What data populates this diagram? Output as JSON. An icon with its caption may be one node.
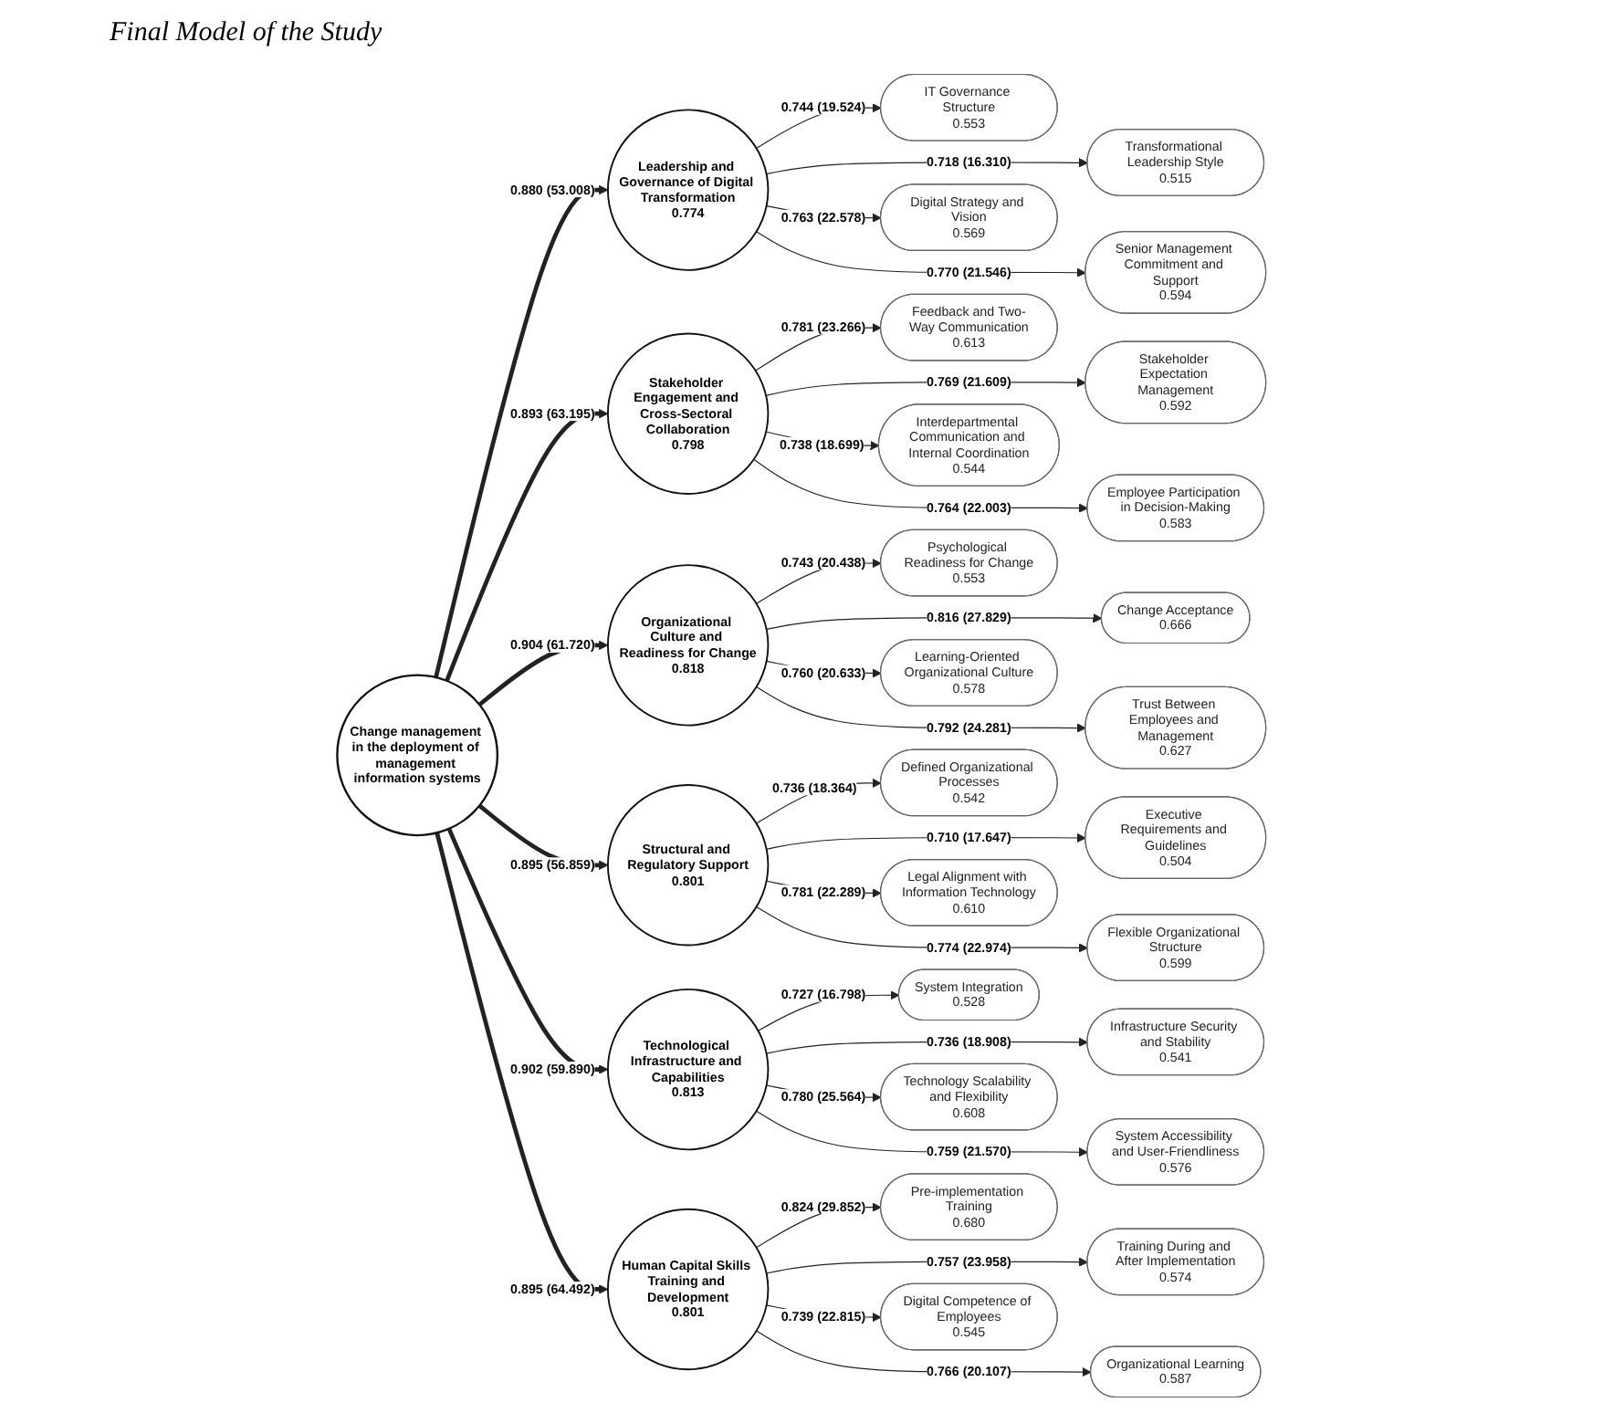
{
  "diagram": {
    "title": "Final Model of the Study",
    "nodes": [
      {
        "text": [
          "Change management in the deployment of management information systems"
        ]
      },
      {
        "text": [
          "Leadership and Governance of Digital Transformation",
          "0.774"
        ]
      },
      {
        "text": [
          "IT Governance Structure",
          "0.553"
        ]
      },
      {
        "text": [
          "Transformational Leadership Style",
          "0.515"
        ]
      },
      {
        "text": [
          "Digital Strategy and Vision",
          "0.569"
        ]
      },
      {
        "text": [
          "Senior Management Commitment and Support",
          "0.594"
        ]
      },
      {
        "text": [
          "Stakeholder Engagement and Cross-Sectoral Collaboration",
          "0.798"
        ]
      },
      {
        "text": [
          "Feedback and Two-Way Communication",
          "0.613"
        ]
      },
      {
        "text": [
          "Stakeholder Expectation Management",
          "0.592"
        ]
      },
      {
        "text": [
          "Interdepartmental Communication and Internal Coordination",
          "0.544"
        ]
      },
      {
        "text": [
          "Employee Participation in Decision-Making",
          "0.583"
        ]
      },
      {
        "text": [
          "Organizational Culture and Readiness for Change",
          "0.818"
        ]
      },
      {
        "text": [
          "Psychological Readiness for Change",
          "0.553"
        ]
      },
      {
        "text": [
          "Change Acceptance",
          "0.666"
        ]
      },
      {
        "text": [
          "Learning-Oriented Organizational Culture",
          "0.578"
        ]
      },
      {
        "text": [
          "Trust Between Employees and Management",
          "0.627"
        ]
      },
      {
        "text": [
          "Structural and Regulatory Support",
          "0.801"
        ]
      },
      {
        "text": [
          "Defined Organizational Processes",
          "0.542"
        ]
      },
      {
        "text": [
          "Executive Requirements and Guidelines",
          "0.504"
        ]
      },
      {
        "text": [
          "Legal Alignment with Information Technology",
          "0.610"
        ]
      },
      {
        "text": [
          "Flexible Organizational Structure",
          "0.599"
        ]
      },
      {
        "text": [
          "Technological Infrastructure and Capabilities",
          "0.813"
        ]
      },
      {
        "text": [
          "System Integration",
          "0.528"
        ]
      },
      {
        "text": [
          "Infrastructure Security and Stability",
          "0.541"
        ]
      },
      {
        "text": [
          "Technology Scalability and Flexibility",
          "0.608"
        ]
      },
      {
        "text": [
          "System Accessibility and User-Friendliness",
          "0.576"
        ]
      },
      {
        "text": [
          "Human Capital Skills Training and Development",
          "0.801"
        ]
      },
      {
        "text": [
          "Pre-implementation Training",
          "0.680"
        ]
      },
      {
        "text": [
          "Training During and After Implementation",
          "0.574"
        ]
      },
      {
        "text": [
          "Digital Competence of Employees",
          "0.545"
        ]
      },
      {
        "text": [
          "Organizational Learning",
          "0.587"
        ]
      }
    ],
    "edges": [
      {
        "from": 0,
        "to": 1,
        "arrow": "to",
        "label": "0.880 (53.008)",
        "style": "thick"
      },
      {
        "from": 1,
        "to": 2,
        "arrow": "to",
        "label": "0.744 (19.524)"
      },
      {
        "from": 1,
        "to": 3,
        "arrow": "to",
        "label": "0.718 (16.310)"
      },
      {
        "from": 1,
        "to": 4,
        "arrow": "to",
        "label": "0.763 (22.578)"
      },
      {
        "from": 1,
        "to": 5,
        "arrow": "to",
        "label": "0.770 (21.546)"
      },
      {
        "from": 0,
        "to": 6,
        "arrow": "to",
        "label": "0.893 (63.195)",
        "style": "thick"
      },
      {
        "from": 6,
        "to": 7,
        "arrow": "to",
        "label": "0.781 (23.266)"
      },
      {
        "from": 6,
        "to": 8,
        "arrow": "to",
        "label": "0.769 (21.609)"
      },
      {
        "from": 6,
        "to": 9,
        "arrow": "to",
        "label": "0.738 (18.699)"
      },
      {
        "from": 6,
        "to": 10,
        "arrow": "to",
        "label": "0.764 (22.003)"
      },
      {
        "from": 0,
        "to": 11,
        "arrow": "to",
        "label": "0.904 (61.720)",
        "style": "thick"
      },
      {
        "from": 11,
        "to": 12,
        "arrow": "to",
        "label": "0.743 (20.438)"
      },
      {
        "from": 11,
        "to": 13,
        "arrow": "to",
        "label": "0.816 (27.829)"
      },
      {
        "from": 11,
        "to": 14,
        "arrow": "to",
        "label": "0.760 (20.633)"
      },
      {
        "from": 11,
        "to": 15,
        "arrow": "to",
        "label": "0.792 (24.281)"
      },
      {
        "from": 0,
        "to": 16,
        "arrow": "to",
        "label": "0.895 (56.859)",
        "style": "thick"
      },
      {
        "from": 16,
        "to": 17,
        "arrow": "to",
        "label": "0.736 (18.364)"
      },
      {
        "from": 16,
        "to": 18,
        "arrow": "to",
        "label": "0.710 (17.647)"
      },
      {
        "from": 16,
        "to": 19,
        "arrow": "to",
        "label": "0.781 (22.289)"
      },
      {
        "from": 16,
        "to": 20,
        "arrow": "to",
        "label": "0.774 (22.974)"
      },
      {
        "from": 0,
        "to": 21,
        "arrow": "to",
        "label": "0.902 (59.890)",
        "style": "thick"
      },
      {
        "from": 21,
        "to": 22,
        "arrow": "to",
        "label": "0.727 (16.798)"
      },
      {
        "from": 21,
        "to": 23,
        "arrow": "to",
        "label": "0.736 (18.908)"
      },
      {
        "from": 21,
        "to": 24,
        "arrow": "to",
        "label": "0.780 (25.564)"
      },
      {
        "from": 21,
        "to": 25,
        "arrow": "to",
        "label": "0.759 (21.570)"
      },
      {
        "from": 0,
        "to": 26,
        "arrow": "to",
        "label": "0.895 (64.492)",
        "style": "thick"
      },
      {
        "from": 26,
        "to": 27,
        "arrow": "to",
        "label": "0.824 (29.852)"
      },
      {
        "from": 26,
        "to": 28,
        "arrow": "to",
        "label": "0.757 (23.958)"
      },
      {
        "from": 26,
        "to": 29,
        "arrow": "to",
        "label": "0.739 (22.815)"
      },
      {
        "from": 26,
        "to": 30,
        "arrow": "to",
        "label": "0.766 (20.107)"
      }
    ]
  }
}
